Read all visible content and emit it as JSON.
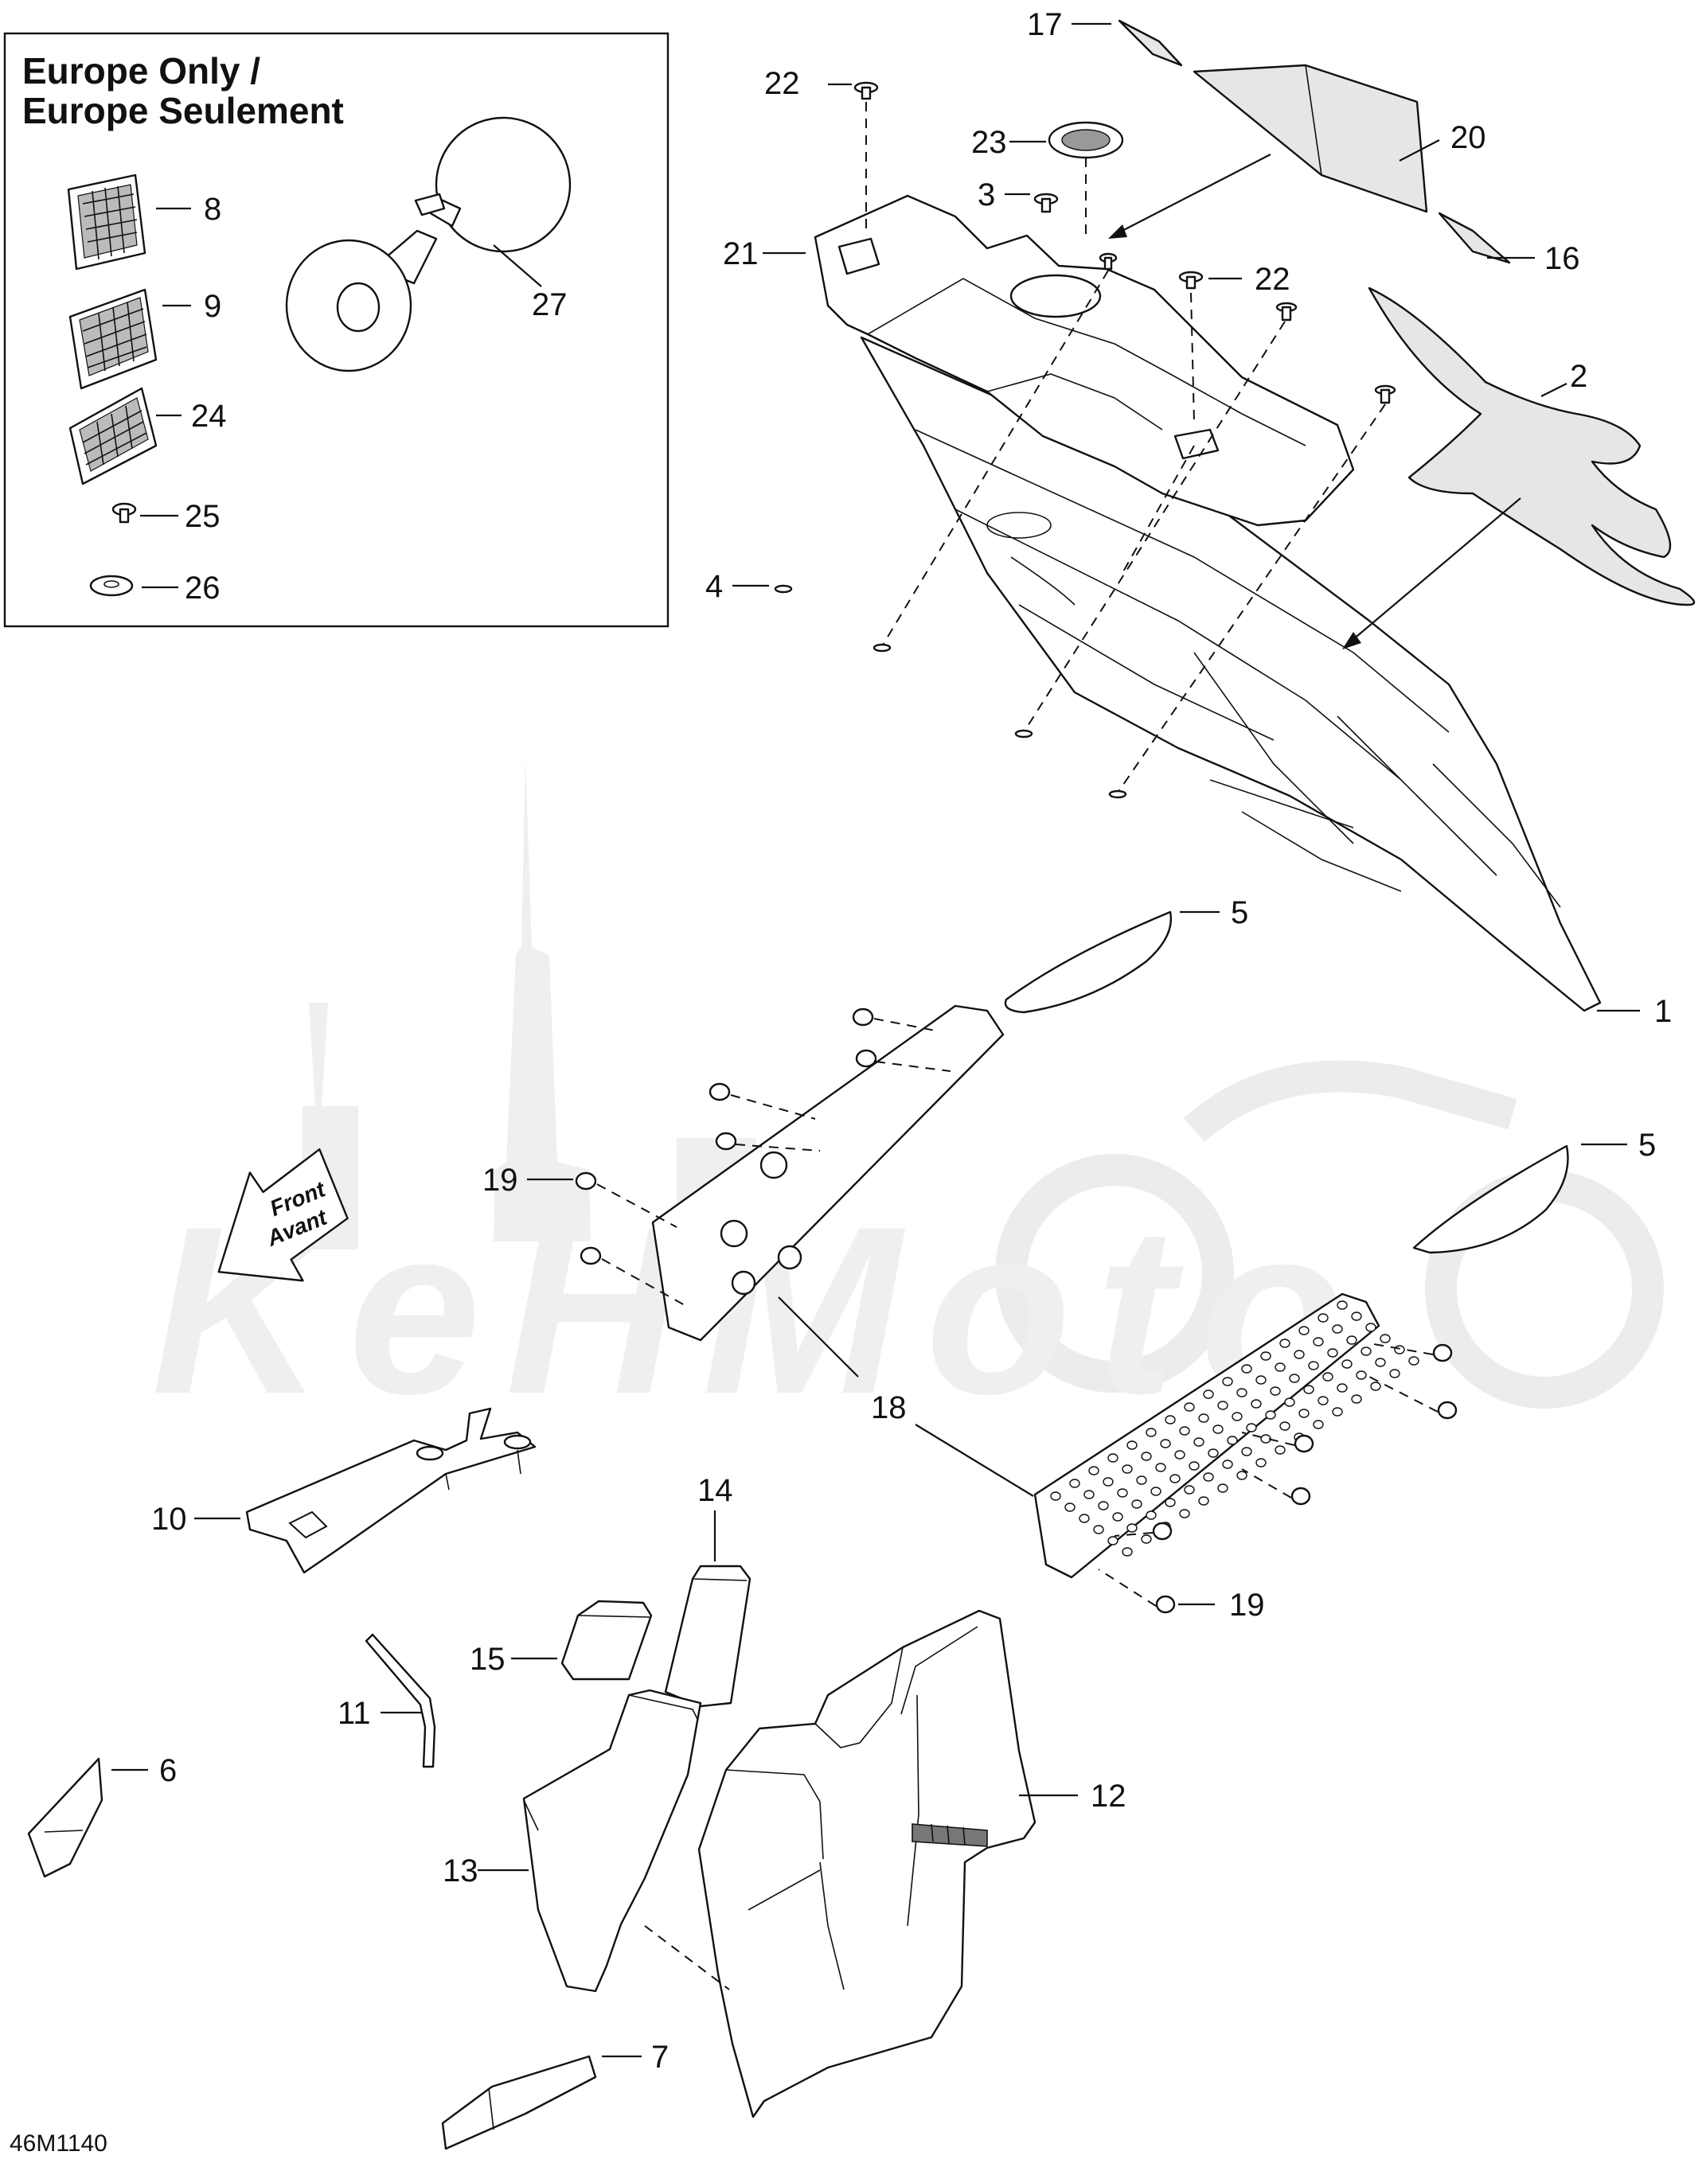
{
  "inset": {
    "title_line1": "Europe Only /",
    "title_line2": "Europe Seulement"
  },
  "arrow_label": {
    "line1": "Front",
    "line2": "Avant"
  },
  "watermark": "KeHMoto",
  "diagram_code": "46M1140",
  "callouts": {
    "c1": "1",
    "c2": "2",
    "c3": "3",
    "c4": "4",
    "c5a": "5",
    "c5b": "5",
    "c6": "6",
    "c7": "7",
    "c8": "8",
    "c9": "9",
    "c10": "10",
    "c11": "11",
    "c12": "12",
    "c13": "13",
    "c14": "14",
    "c15": "15",
    "c16": "16",
    "c17": "17",
    "c18": "18",
    "c19a": "19",
    "c19b": "19",
    "c20": "20",
    "c21": "21",
    "c22a": "22",
    "c22b": "22",
    "c23": "23",
    "c24": "24",
    "c25": "25",
    "c26": "26",
    "c27": "27"
  }
}
